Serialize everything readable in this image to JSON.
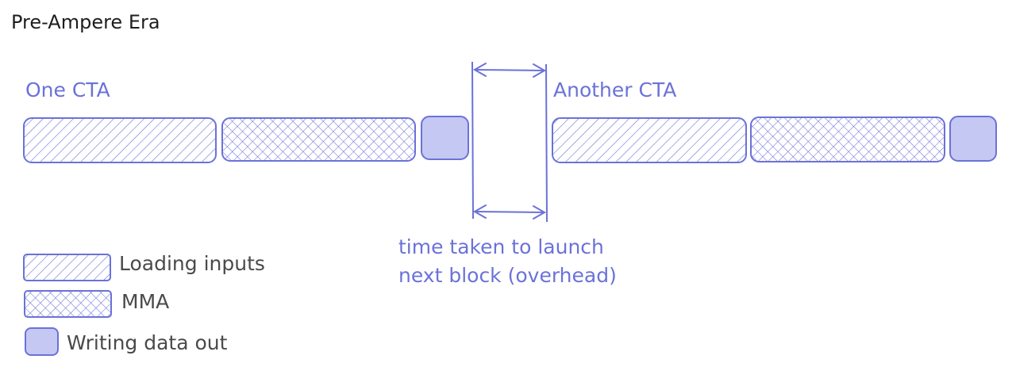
{
  "title": "Pre-Ampere Era",
  "ctas": [
    {
      "label": "One CTA"
    },
    {
      "label": "Another CTA"
    }
  ],
  "overhead": {
    "line1": "time taken to launch",
    "line2": "next block (overhead)"
  },
  "legend": [
    {
      "label": "Loading inputs",
      "pattern": "hatch"
    },
    {
      "label": "MMA",
      "pattern": "crosshatch"
    },
    {
      "label": "Writing data out",
      "pattern": "solid"
    }
  ],
  "colors": {
    "stroke": "#6b72d8",
    "fill_solid": "#c5c8f2",
    "text_dark": "#1e1e1e",
    "text_gray": "#4a4a4a"
  }
}
